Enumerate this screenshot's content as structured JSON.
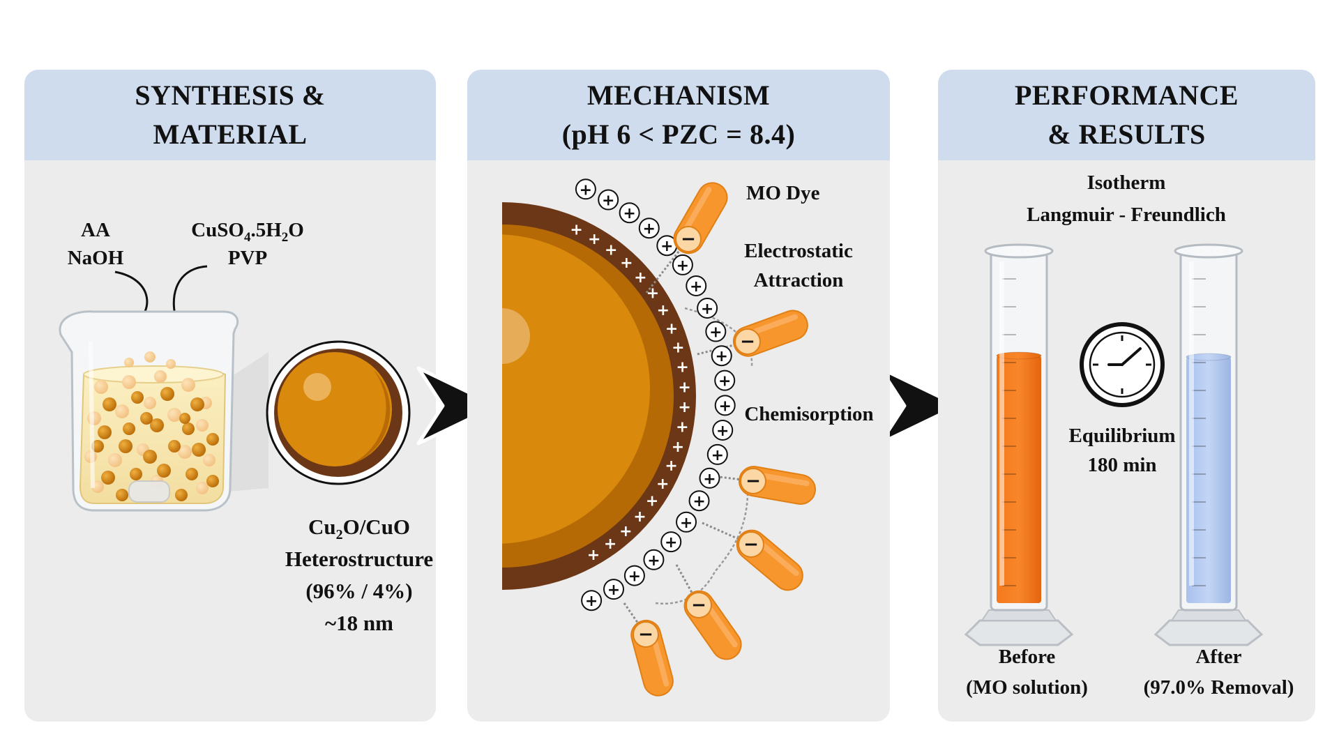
{
  "panels": {
    "synthesis": {
      "title_line1": "SYNTHESIS &",
      "title_line2": "MATERIAL",
      "reagent_left_1": "AA",
      "reagent_left_2": "NaOH",
      "reagent_right_1_a": "CuSO",
      "reagent_right_1_sub": "4",
      "reagent_right_1_b": ".5H",
      "reagent_right_1_sub2": "2",
      "reagent_right_1_c": "O",
      "reagent_right_2": "PVP",
      "material_a": "Cu",
      "material_sub": "2",
      "material_b": "O/CuO",
      "material_line2": "Heterostructure",
      "material_line3": "(96% / 4%)",
      "material_line4": "~18 nm"
    },
    "mechanism": {
      "title_line1": "MECHANISM",
      "title_line2": "(pH 6 < PZC = 8.4)",
      "dye_label": "MO Dye",
      "attraction_line1": "Electrostatic",
      "attraction_line2": "Attraction",
      "chemisorption_label": "Chemisorption"
    },
    "performance": {
      "title_line1": "PERFORMANCE",
      "title_line2": "& RESULTS",
      "isotherm_line1": "Isotherm",
      "isotherm_line2": "Langmuir - Freundlich",
      "equilibrium_line1": "Equilibrium",
      "equilibrium_line2": "180 min",
      "before_line1": "Before",
      "before_line2": "(MO solution)",
      "after_line1": "After",
      "after_line2": "(97.0% Removal)"
    }
  },
  "symbols": {
    "plus": "+",
    "minus": "−"
  },
  "colors": {
    "panel_bg": "#ececec",
    "header_bg": "#cfdcee",
    "particle_orange": "#d98a0c",
    "particle_shell": "#6b3716",
    "dye_orange": "#f7962c",
    "solution_before": "#f2741a",
    "solution_after": "#b7cdf2"
  },
  "icons": [
    "beaker-icon",
    "nanoparticle-icon",
    "arrow-right-icon",
    "dye-molecule-icon",
    "clock-icon",
    "graduated-cylinder-icon"
  ]
}
